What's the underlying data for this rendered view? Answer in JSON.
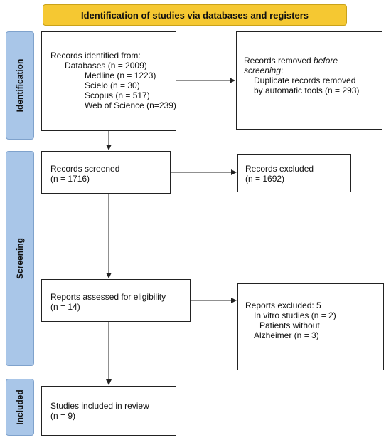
{
  "title": "Identification of studies via databases and registers",
  "phases": {
    "identification": "Identification",
    "screening": "Screening",
    "included": "Included"
  },
  "identified": {
    "heading": "Records identified from:",
    "databases": "Databases (n = 2009)",
    "sources": [
      "Medline (n = 1223)",
      "Scielo (n = 30)",
      "Scopus (n = 517)",
      "Web of Science (n=239)"
    ]
  },
  "removed": {
    "heading_prefix": "Records removed ",
    "heading_emphasis": "before",
    "heading_line2": "screening",
    "heading_suffix": ":",
    "detail_line1": "Duplicate records removed",
    "detail_line2": "by automatic tools  (n = 293)"
  },
  "screened": {
    "label": "Records screened",
    "count": "(n = 1716)"
  },
  "excluded": {
    "label": "Records excluded",
    "count": "(n = 1692)"
  },
  "assessed": {
    "label": "Reports assessed for eligibility",
    "count": "(n = 14)"
  },
  "reports_excluded": {
    "heading": "Reports excluded: 5",
    "reasons": [
      "In vitro studies (n = 2)",
      "Patients without",
      "Alzheimer (n = 3)"
    ]
  },
  "included": {
    "label": "Studies included in review",
    "count": "(n = 9)"
  },
  "colors": {
    "title_fill": "#f5c832",
    "phase_fill": "#a9c6e8",
    "box_border": "#222222"
  }
}
